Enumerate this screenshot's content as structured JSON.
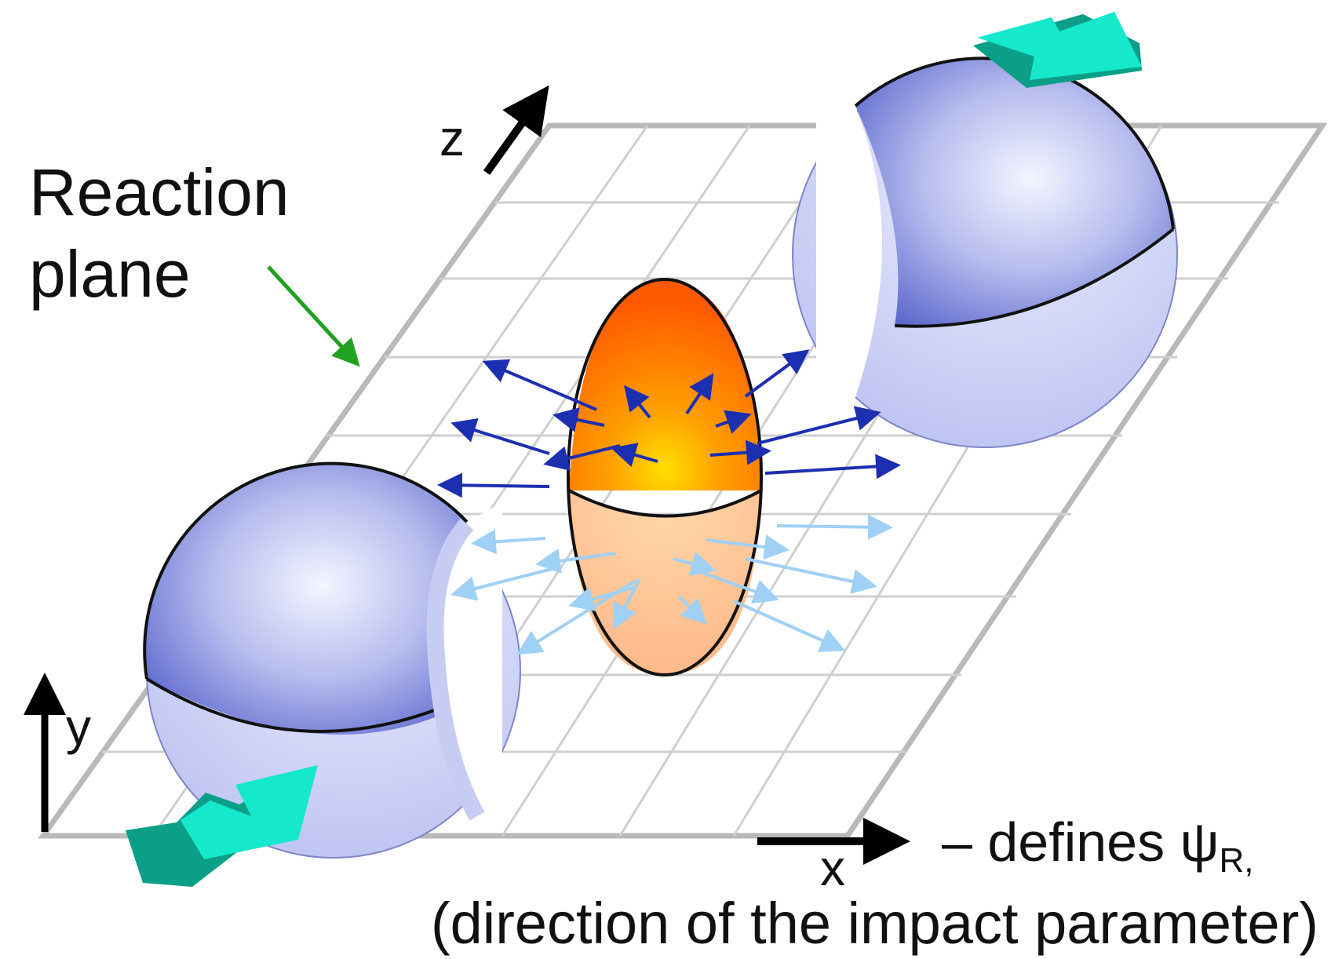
{
  "labels": {
    "reaction_plane_line1": "Reaction",
    "reaction_plane_line2": "plane",
    "axis_z": "z",
    "axis_y": "y",
    "axis_x": "x",
    "defines_prefix": "– defines ψ",
    "defines_subscript": "R,",
    "impact_parameter_note": "(direction of the impact parameter)"
  },
  "colors": {
    "plane_grid": "#c9c9c9",
    "plane_edge": "#b5b5b5",
    "nucleus_dark": "#4a56c8",
    "nucleus_light": "#f2f3ff",
    "nucleus_lower": "#c6cbf2",
    "fireball_top": "#ff6a00",
    "fireball_core": "#ffd400",
    "fireball_lower": "#ffc49a",
    "flow_arrow_dark": "#1c2fb0",
    "flow_arrow_light": "#9fd0f5",
    "beam_arrow": "#12e3c8",
    "beam_arrow_shadow": "#0a9f86",
    "pointer_arrow": "#22a022",
    "axis_arrow": "#000000"
  },
  "icons": {
    "beam_direction": "teal-3d-arrow-icon",
    "pointer": "green-arrow-icon"
  }
}
